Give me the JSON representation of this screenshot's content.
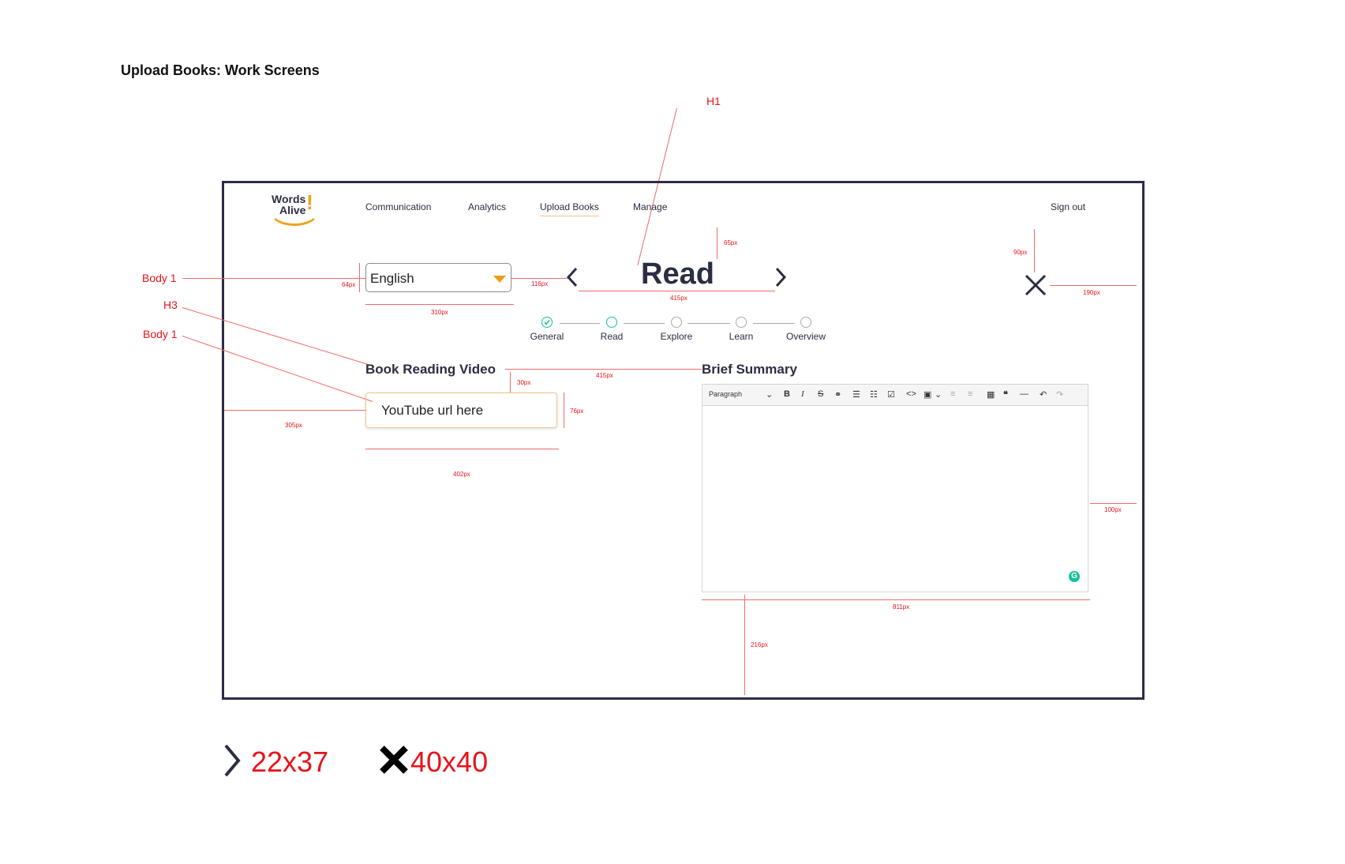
{
  "page_title": "Upload Books: Work Screens",
  "annotations": {
    "h1": "H1",
    "body1_a": "Body 1",
    "h3": "H3",
    "body1_b": "Body 1",
    "dims": {
      "d65": "65px",
      "d90": "90px",
      "d64": "64px",
      "d116": "116px",
      "d310": "310px",
      "d415a": "415px",
      "d190": "190px",
      "d30": "30px",
      "d415b": "415px",
      "d305": "305px",
      "d76": "76px",
      "d402": "402px",
      "d100": "100px",
      "d811": "811px",
      "d216": "216px"
    },
    "chevron_size": "22x37",
    "close_size": "40x40"
  },
  "nav": {
    "logo_line1": "Words",
    "logo_line2": "Alive",
    "items": [
      "Communication",
      "Analytics",
      "Upload Books",
      "Manage"
    ],
    "signout": "Sign out"
  },
  "language": {
    "value": "English"
  },
  "heading": "Read",
  "steps": [
    "General",
    "Read",
    "Explore",
    "Learn",
    "Overview"
  ],
  "video": {
    "title": "Book Reading Video",
    "placeholder": "YouTube url here"
  },
  "summary": {
    "title": "Brief Summary",
    "paragraph_label": "Paragraph"
  },
  "colors": {
    "accent": "#f29a18",
    "dark": "#2b2d42",
    "annotation": "#e8131b",
    "step_active": "#15c39a"
  }
}
